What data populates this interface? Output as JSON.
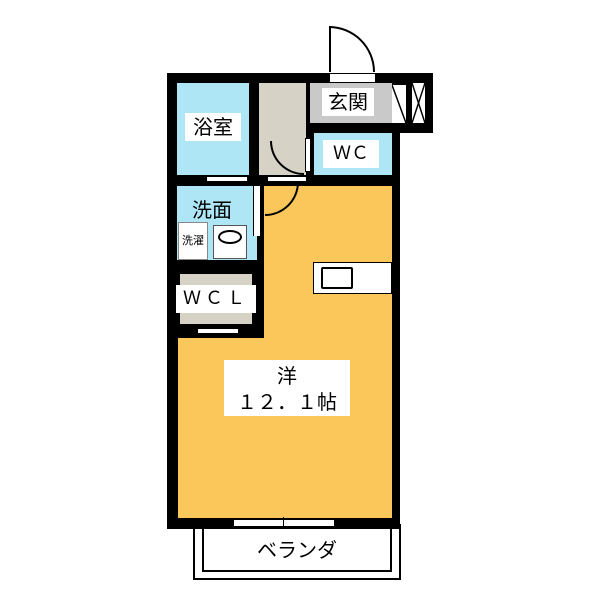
{
  "floorplan": {
    "rooms": {
      "bathroom": {
        "label": "浴室"
      },
      "entrance": {
        "label": "玄関"
      },
      "toilet": {
        "label": "ＷＣ"
      },
      "washroom": {
        "label": "洗面"
      },
      "laundry": {
        "label": "洗濯"
      },
      "closet": {
        "label": "ＷＣＬ"
      },
      "western_room": {
        "label": "洋",
        "size": "１２．１帖"
      },
      "balcony": {
        "label": "ベランダ"
      }
    },
    "colors": {
      "wet_area": "#aee6f5",
      "entrance": "#c9c9c9",
      "hall": "#d6d2c6",
      "living": "#fbc75a",
      "wall": "#000000"
    }
  }
}
